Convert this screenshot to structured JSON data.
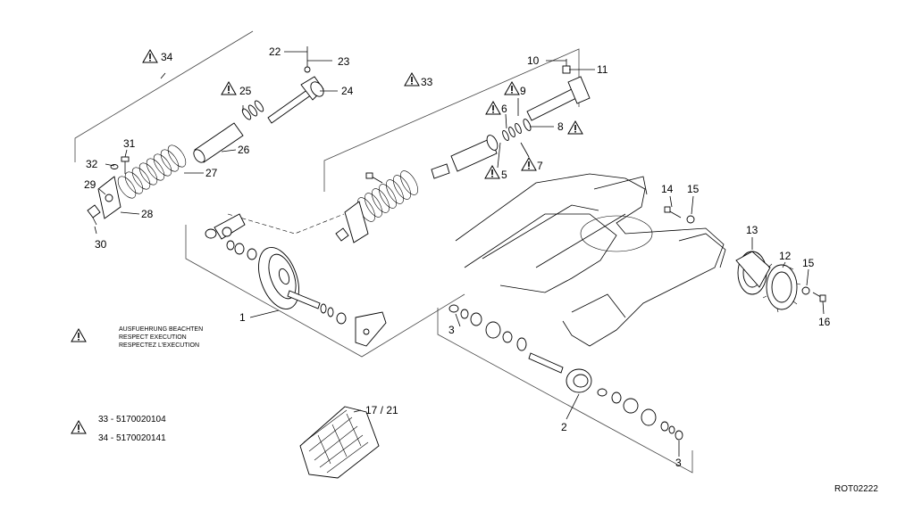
{
  "callouts": {
    "c1": "1",
    "c2": "2",
    "c3a": "3",
    "c3b": "3",
    "c5": "5",
    "c6": "6",
    "c7": "7",
    "c8": "8",
    "c9": "9",
    "c10": "10",
    "c11": "11",
    "c12": "12",
    "c13": "13",
    "c14": "14",
    "c15a": "15",
    "c15b": "15",
    "c16": "16",
    "c17_21": "17 / 21",
    "c22": "22",
    "c23": "23",
    "c24": "24",
    "c25": "25",
    "c26": "26",
    "c27": "27",
    "c28": "28",
    "c29": "29",
    "c30": "30",
    "c31": "31",
    "c32": "32",
    "c33": "33",
    "c34": "34"
  },
  "notice": {
    "line1": "AUSFUEHRUNG BEACHTEN",
    "line2": "RESPECT EXECUTION",
    "line3": "RESPECTEZ L'EXECUTION"
  },
  "legend": {
    "row1": "33  -  5170020104",
    "row2": "34 - 5170020141"
  },
  "drawing_number": "ROT02222",
  "icons": {
    "warning": "warning-triangle-icon"
  }
}
